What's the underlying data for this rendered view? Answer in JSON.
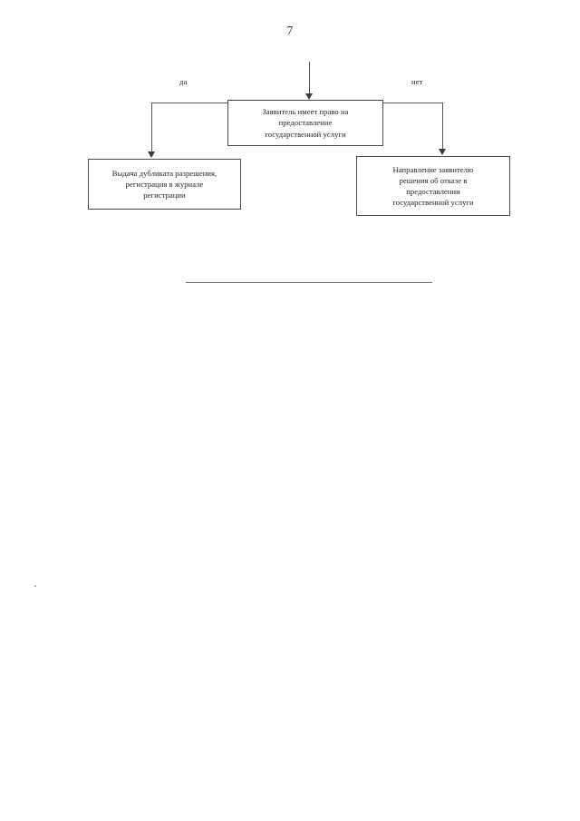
{
  "document": {
    "page_number": "7",
    "language": "ru"
  },
  "flowchart": {
    "type": "decision-flow",
    "nodes": [
      {
        "id": "decision",
        "role": "decision",
        "text": "Заявитель имеет право на\nпредоставление\nгосударственной услуги"
      },
      {
        "id": "issue",
        "role": "outcome-yes",
        "text": "Выдача дубликата разрешения,\nрегистрация в журнале\nрегистрации"
      },
      {
        "id": "refusal",
        "role": "outcome-no",
        "text": "Направление заявителю\nрешения об отказе в\nпредоставлении\nгосударственной услуги"
      }
    ],
    "branch_labels": {
      "yes": "да",
      "no": "нет"
    },
    "connectors": [
      {
        "id": "inbound",
        "from": "above",
        "to": "decision"
      },
      {
        "id": "yes-branch",
        "from": "decision",
        "to": "issue",
        "label": "да"
      },
      {
        "id": "no-branch",
        "from": "decision",
        "to": "refusal",
        "label": "нет"
      }
    ]
  },
  "colors": {
    "page_background": "#ffffff",
    "box_border": "#4a4a4a",
    "connector": "#555555",
    "text": "#1f1f1f",
    "footer_rule": "#707070"
  }
}
